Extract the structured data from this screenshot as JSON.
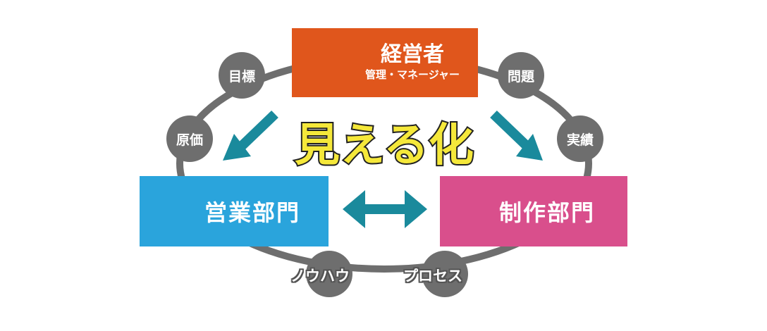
{
  "center_text": "見える化",
  "top_box": {
    "title": "経営者",
    "subtitle": "管理・マネージャー",
    "color": "#e0561c"
  },
  "left_box": {
    "title": "営業部門",
    "color": "#2aa4dc"
  },
  "right_box": {
    "title": "制作部門",
    "color": "#d94f8c"
  },
  "circles": {
    "top_left_1": "目標",
    "top_left_2": "原価",
    "top_right_1": "問題",
    "top_right_2": "実績",
    "bottom_left": "ノウハウ",
    "bottom_right": "プロセス"
  },
  "colors": {
    "ring": "#6e6e6e",
    "arrow": "#1a8a9c",
    "highlight": "#f5e83a"
  }
}
